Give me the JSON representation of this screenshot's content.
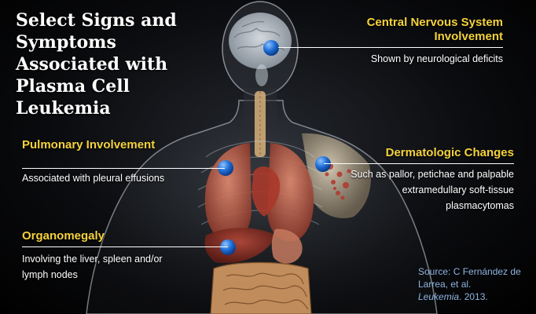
{
  "title": "Select Signs and Symptoms Associated with Plasma Cell Leukemia",
  "callouts": [
    {
      "heading": "Central Nervous System Involvement",
      "description": "Shown by neurological deficits"
    },
    {
      "heading": "Pulmonary Involvement",
      "description": "Associated with pleural effusions"
    },
    {
      "heading": "Dermatologic Changes",
      "description": "Such as pallor, petichae and palpable extramedullary soft-tissue plasmacytomas"
    },
    {
      "heading": "Organomegaly",
      "description": "Involving the liver, spleen and/or lymph nodes"
    }
  ],
  "source": {
    "line1": "Source: C Fernández de Larrea, et al.",
    "journal": "Leukemia",
    "year": ". 2013."
  },
  "colors": {
    "heading": "#f5d23c",
    "marker": "#1f6fd6",
    "source_text": "#8fb4e0",
    "body_outline": "#cfd8e0"
  }
}
